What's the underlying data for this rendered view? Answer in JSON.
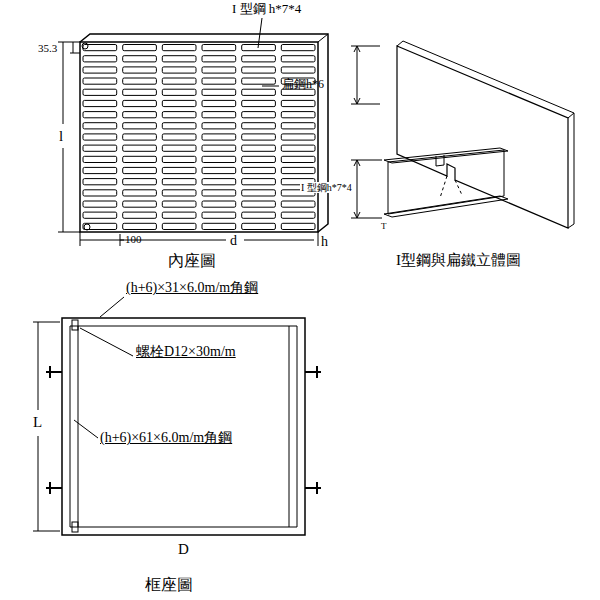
{
  "diagram": {
    "labels": [
      "I 型鋼 h*7*4",
      "35.3",
      "扁鋼h*6",
      "l",
      "100",
      "d",
      "h",
      "內座圖",
      "I 型鋼h*7*4",
      "T",
      "I型鋼與扁鐵立體圖",
      "(h+6)×31×6.0m/m角鋼",
      "螺栓D12×30m/m",
      "L",
      "(h+6)×61×6.0m/m角鋼",
      "D",
      "框座圖"
    ]
  }
}
